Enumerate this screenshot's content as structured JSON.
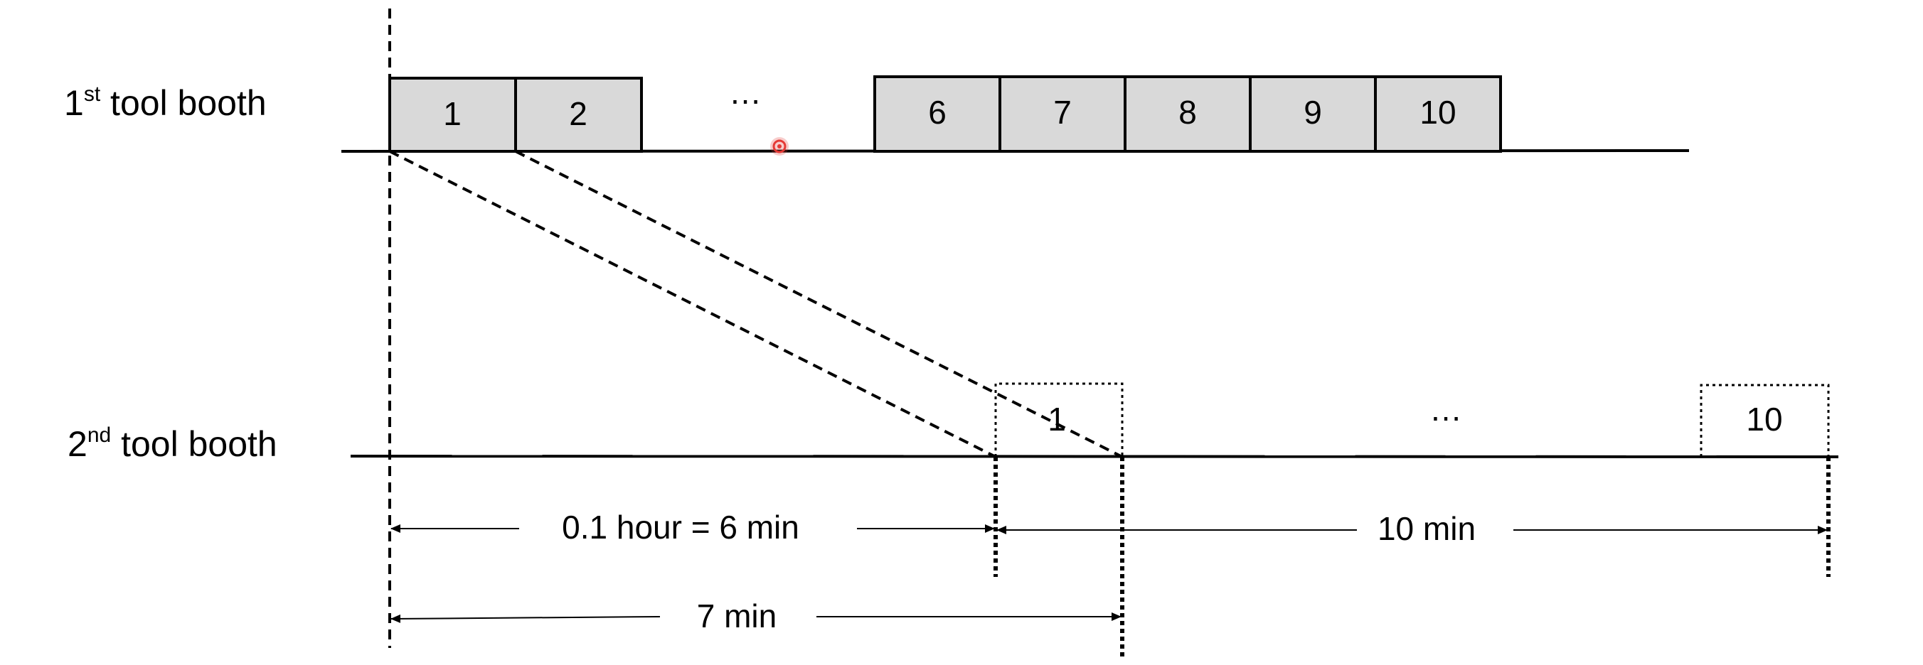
{
  "booth1": {
    "number": "1",
    "suffix": "st",
    "text": " tool booth"
  },
  "booth2": {
    "number": "2",
    "suffix": "nd",
    "text": " tool booth"
  },
  "booth1_boxes": [
    "1",
    "2",
    "6",
    "7",
    "8",
    "9",
    "10"
  ],
  "booth1_ellipsis": "…",
  "booth2_boxes": [
    "1",
    "10"
  ],
  "booth2_ellipsis": "…",
  "dimensions": {
    "travel": "0.1 hour = 6 min",
    "platoon": "10 min",
    "total": "7 min"
  },
  "colors": {
    "box_fill": "#d9d9d9",
    "stroke": "#000000",
    "cursor": "#e53935"
  }
}
